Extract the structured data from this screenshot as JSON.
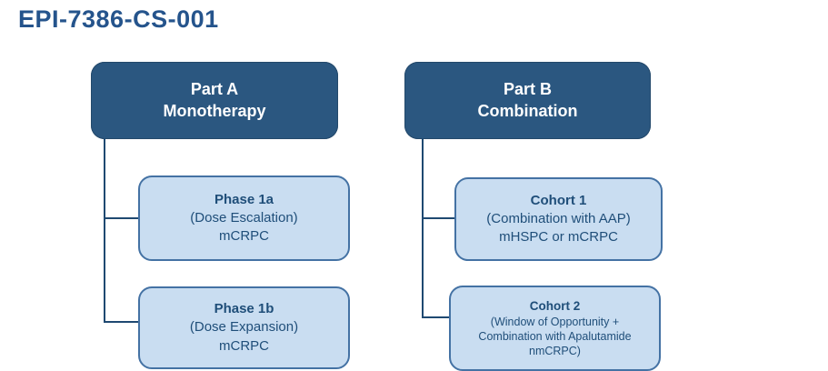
{
  "title": "EPI-7386-CS-001",
  "colors": {
    "title_text": "#25548C",
    "header_box_fill": "#2B5780",
    "header_box_text": "#FFFFFF",
    "child_box_fill": "#C9DDF1",
    "child_box_border": "#4472A4",
    "child_box_text": "#1F4E79",
    "connector": "#1F4971",
    "background": "#FFFFFF"
  },
  "parts": [
    {
      "id": "part-a",
      "header": {
        "line1": "Part A",
        "line2": "Monotherapy"
      },
      "children": [
        {
          "title": "Phase 1a",
          "line2": "(Dose Escalation)",
          "line3": "mCRPC"
        },
        {
          "title": "Phase 1b",
          "line2": "(Dose Expansion)",
          "line3": "mCRPC"
        }
      ]
    },
    {
      "id": "part-b",
      "header": {
        "line1": "Part B",
        "line2": "Combination"
      },
      "children": [
        {
          "title": "Cohort 1",
          "line2": "(Combination with AAP)",
          "line3": "mHSPC or mCRPC"
        },
        {
          "title": "Cohort 2",
          "line2": "(Window of Opportunity +",
          "line3": "Combination with Apalutamide",
          "line4": "nmCRPC)"
        }
      ]
    }
  ]
}
